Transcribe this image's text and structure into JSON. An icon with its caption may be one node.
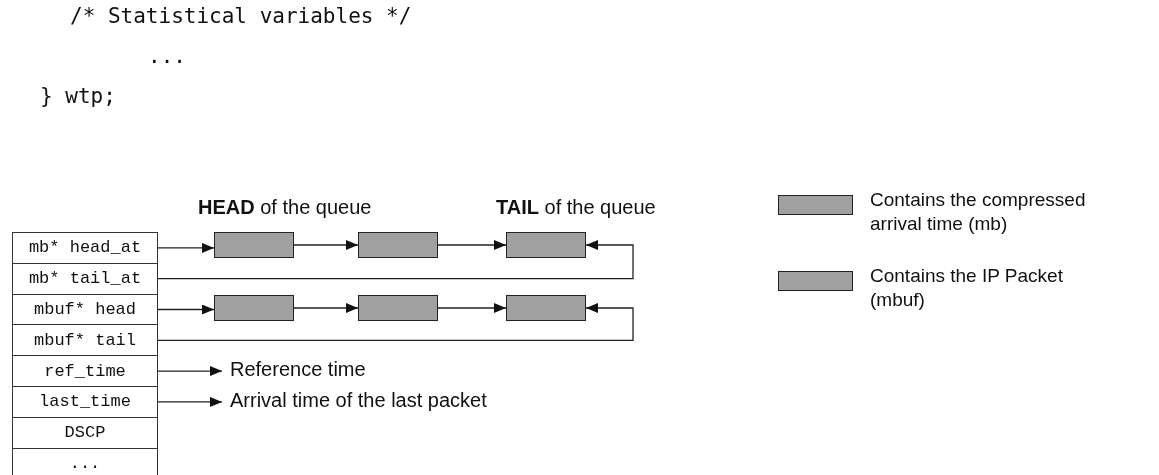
{
  "diagram": {
    "nodes": [
      {
        "text": [
          "mb* head_at"
        ]
      },
      {
        "text": [
          "mb* tail_at"
        ]
      },
      {
        "text": [
          "mbuf* head"
        ]
      },
      {
        "text": [
          "mbuf* tail"
        ]
      },
      {
        "text": [
          "ref_time"
        ]
      },
      {
        "text": [
          "last_time"
        ]
      },
      {
        "text": [
          "DSCP"
        ]
      },
      {
        "text": [
          "..."
        ]
      },
      {
        "text": [],
        "shape": "box"
      },
      {
        "text": [],
        "shape": "box"
      },
      {
        "text": [],
        "shape": "box"
      },
      {
        "text": [],
        "shape": "box"
      },
      {
        "text": [],
        "shape": "box"
      },
      {
        "text": [],
        "shape": "box"
      },
      {
        "text": [
          "Reference time"
        ]
      },
      {
        "text": [
          "Arrival time of the last packet"
        ]
      }
    ],
    "edges": [
      {
        "from": 0,
        "to": 8,
        "arrow": "to"
      },
      {
        "from": 8,
        "to": 9,
        "arrow": "to"
      },
      {
        "from": 9,
        "to": 10,
        "arrow": "to"
      },
      {
        "from": 1,
        "to": 10,
        "arrow": "to"
      },
      {
        "from": 2,
        "to": 11,
        "arrow": "to"
      },
      {
        "from": 11,
        "to": 12,
        "arrow": "to"
      },
      {
        "from": 12,
        "to": 13,
        "arrow": "to"
      },
      {
        "from": 3,
        "to": 13,
        "arrow": "to"
      },
      {
        "from": 4,
        "to": 14,
        "arrow": "to"
      },
      {
        "from": 5,
        "to": 15,
        "arrow": "to"
      }
    ],
    "labels": [
      "/* Statistical variables */",
      "...",
      "} wtp;",
      "**HEAD** of the queue",
      "**TAIL** of the queue"
    ],
    "legend": [
      {
        "text": "Contains the compressed arrival time (mb)",
        "color": "#a0a0a0"
      },
      {
        "text": "Contains the IP Packet (mbuf)",
        "color": "#a0a0a0"
      }
    ]
  }
}
